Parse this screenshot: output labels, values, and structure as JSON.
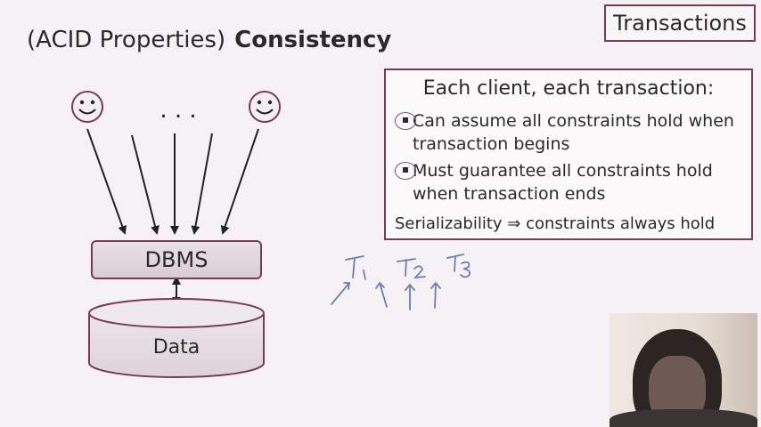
{
  "slide": {
    "heading_prefix": "(ACID Properties)",
    "heading_main": "Consistency",
    "badge": "Transactions"
  },
  "diagram": {
    "dbms_label": "DBMS",
    "data_label": "Data",
    "ellipsis": ". . ."
  },
  "info": {
    "title": "Each client, each transaction:",
    "bullets": [
      {
        "line1": "Can assume all constraints hold when",
        "line2": "transaction begins"
      },
      {
        "line1": "Must guarantee all constraints hold",
        "line2": "when transaction ends"
      }
    ],
    "footer": "Serializability  ⇒  constraints always hold"
  },
  "handwriting": {
    "t1": "T₁",
    "t2": "T₂",
    "t3": "T₃"
  },
  "colors": {
    "border": "#7a3a55",
    "background": "#f6f1f5",
    "text": "#2a2a2a",
    "ink": "#6b7fb3"
  }
}
